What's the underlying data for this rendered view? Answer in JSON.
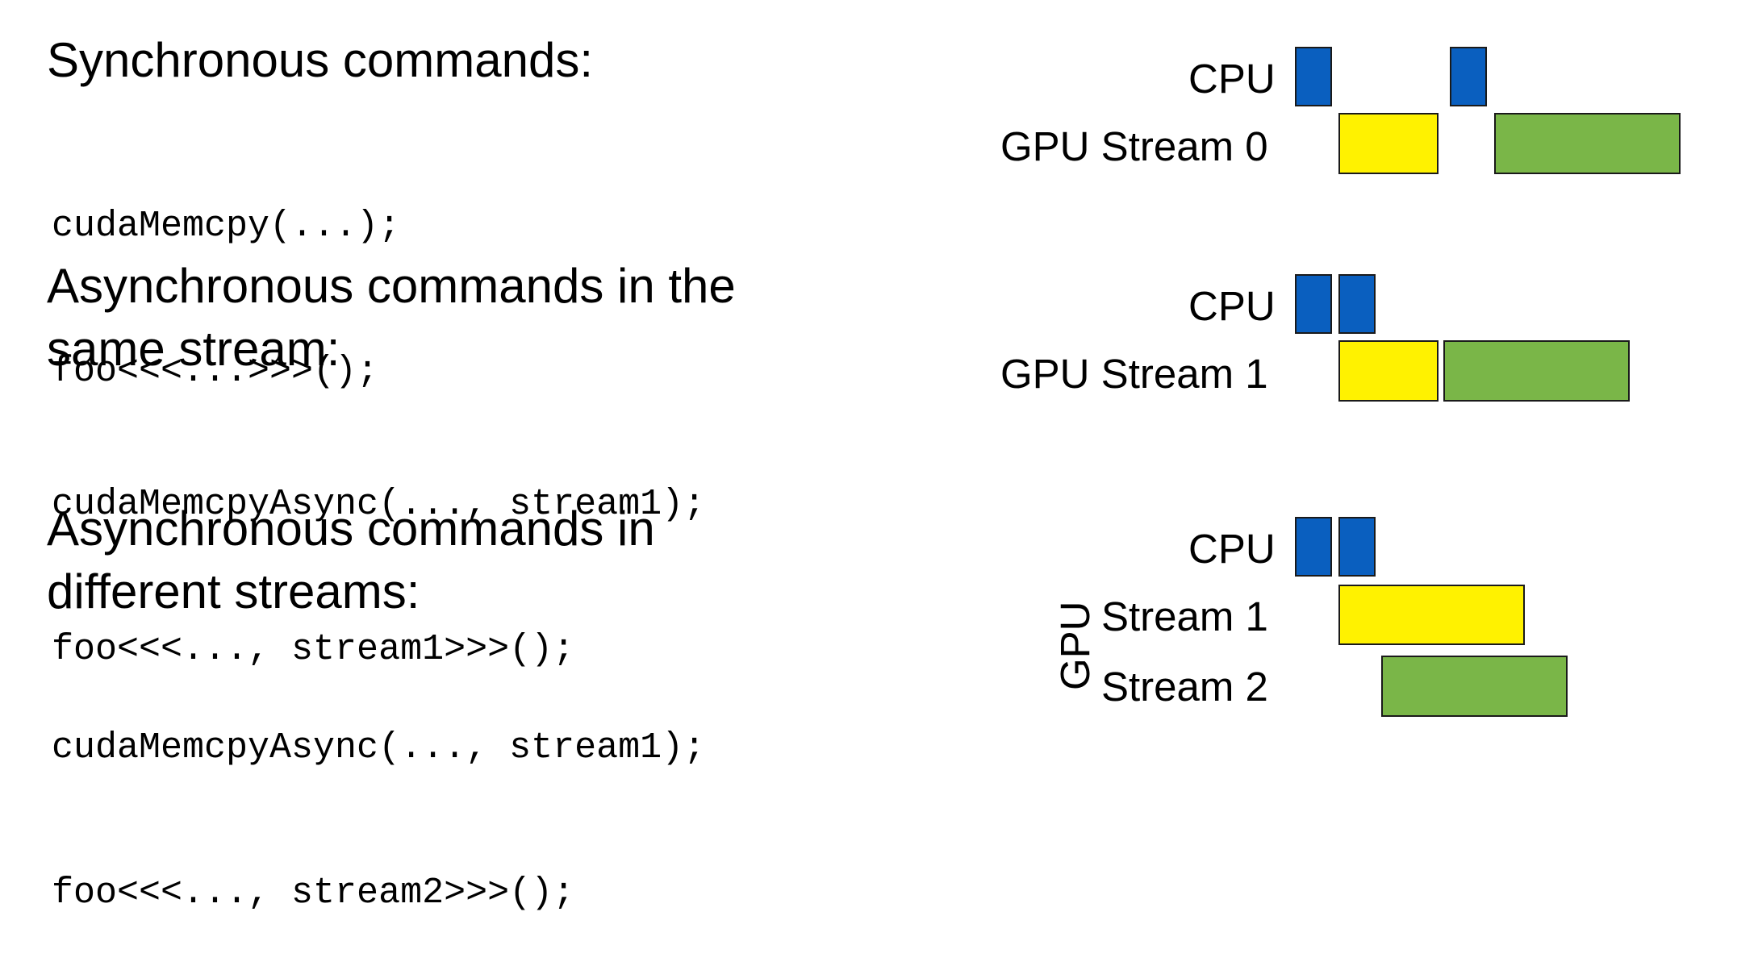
{
  "sections": [
    {
      "heading_lines": [
        "Synchronous commands:"
      ],
      "code_lines": [
        "cudaMemcpy(...);",
        "foo<<<...>>>();"
      ]
    },
    {
      "heading_lines": [
        "Asynchronous commands in the",
        "same stream:"
      ],
      "code_lines": [
        "cudaMemcpyAsync(..., stream1);",
        "foo<<<..., stream1>>>();"
      ]
    },
    {
      "heading_lines": [
        "Asynchronous commands in",
        "different streams:"
      ],
      "code_lines": [
        "cudaMemcpyAsync(..., stream1);",
        "foo<<<..., stream2>>>();"
      ]
    }
  ],
  "timelines": {
    "sync": {
      "cpu_label": "CPU",
      "gpu_label": "GPU Stream 0"
    },
    "same_stream": {
      "cpu_label": "CPU",
      "gpu_label": "GPU Stream 1"
    },
    "diff_streams": {
      "cpu_label": "CPU",
      "gpu_group_label": "GPU",
      "stream1_label": "Stream 1",
      "stream2_label": "Stream 2"
    }
  },
  "colors": {
    "cpu": "#0a5fbf",
    "memcpy": "#fff200",
    "kernel": "#7ab648"
  }
}
